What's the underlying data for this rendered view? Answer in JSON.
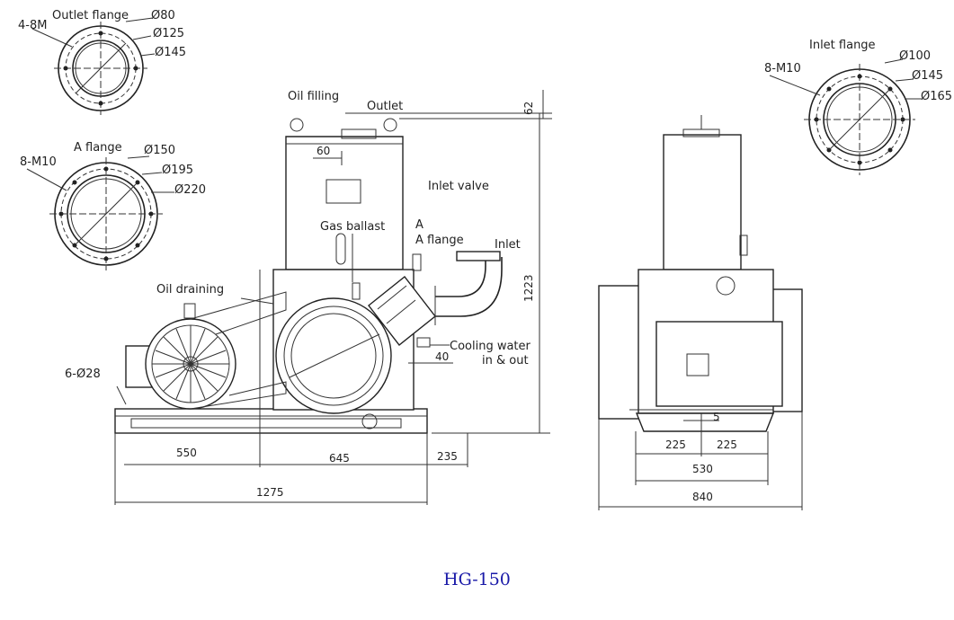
{
  "title": "HG-150",
  "outlet_flange": {
    "name": "Outlet flange",
    "holes": "4-8M",
    "d1": "Ø80",
    "d2": "Ø125",
    "d3": "Ø145"
  },
  "a_flange": {
    "name": "A flange",
    "holes": "8-M10",
    "d1": "Ø150",
    "d2": "Ø195",
    "d3": "Ø220"
  },
  "inlet_flange": {
    "name": "Inlet flange",
    "holes": "8-M10",
    "d1": "Ø100",
    "d2": "Ø145",
    "d3": "Ø165"
  },
  "labels": {
    "oil_filling": "Oil filling",
    "outlet": "Outlet",
    "inlet_valve": "Inlet valve",
    "gas_ballast": "Gas ballast",
    "a_mark": "A",
    "a_flange": "A flange",
    "inlet": "Inlet",
    "oil_draining": "Oil draining",
    "cooling_line1": "Cooling water",
    "cooling_line2": "in & out",
    "feet_holes": "6-Ø28"
  },
  "dims": {
    "d62": "62",
    "d60": "60",
    "d1223": "1223",
    "d40": "40",
    "d550": "550",
    "d645": "645",
    "d235": "235",
    "d1275": "1275",
    "d5": "5",
    "d225a": "225",
    "d225b": "225",
    "d530": "530",
    "d840": "840"
  }
}
